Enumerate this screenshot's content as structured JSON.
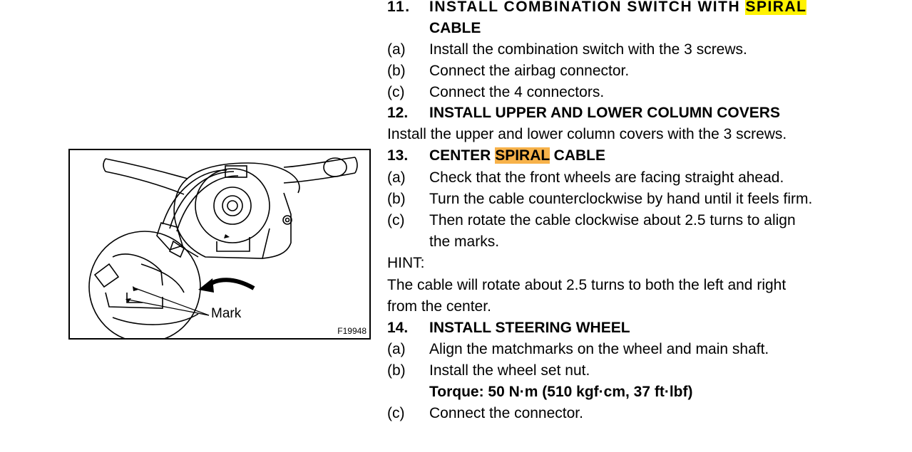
{
  "figure": {
    "mark_label": "Mark",
    "code": "F19948"
  },
  "highlight_colors": {
    "yellow": "#fff200",
    "orange": "#f7b24a"
  },
  "s11": {
    "num": "11.",
    "title_a": "INSTALL COMBINATION SWITCH WITH ",
    "title_hl": "SPIRAL",
    "title_b": "CABLE",
    "a_lab": "(a)",
    "a": "Install the combination switch with the 3 screws.",
    "b_lab": "(b)",
    "b": "Connect the airbag connector.",
    "c_lab": "(c)",
    "c": "Connect the 4 connectors."
  },
  "s12": {
    "num": "12.",
    "title": "INSTALL UPPER AND LOWER COLUMN COVERS",
    "body": "Install the upper and lower column covers with the 3 screws."
  },
  "s13": {
    "num": "13.",
    "title_a": "CENTER ",
    "title_hl": "SPIRAL",
    "title_b": " CABLE",
    "a_lab": "(a)",
    "a": "Check that the front wheels are facing straight ahead.",
    "b_lab": "(b)",
    "b": "Turn the cable counterclockwise by hand until it feels firm.",
    "c_lab": "(c)",
    "c1": "Then rotate the cable clockwise about 2.5 turns to align",
    "c2": "the marks.",
    "hint_label": "HINT:",
    "hint1": "The cable will rotate about 2.5 turns to both the left and right",
    "hint2": "from the center."
  },
  "s14": {
    "num": "14.",
    "title": "INSTALL STEERING WHEEL",
    "a_lab": "(a)",
    "a": "Align the matchmarks on the wheel and main shaft.",
    "b_lab": "(b)",
    "b": "Install the wheel set nut.",
    "torque": "Torque: 50 N·m (510 kgf·cm, 37 ft·lbf)",
    "c_lab": "(c)",
    "c": "Connect the connector."
  }
}
